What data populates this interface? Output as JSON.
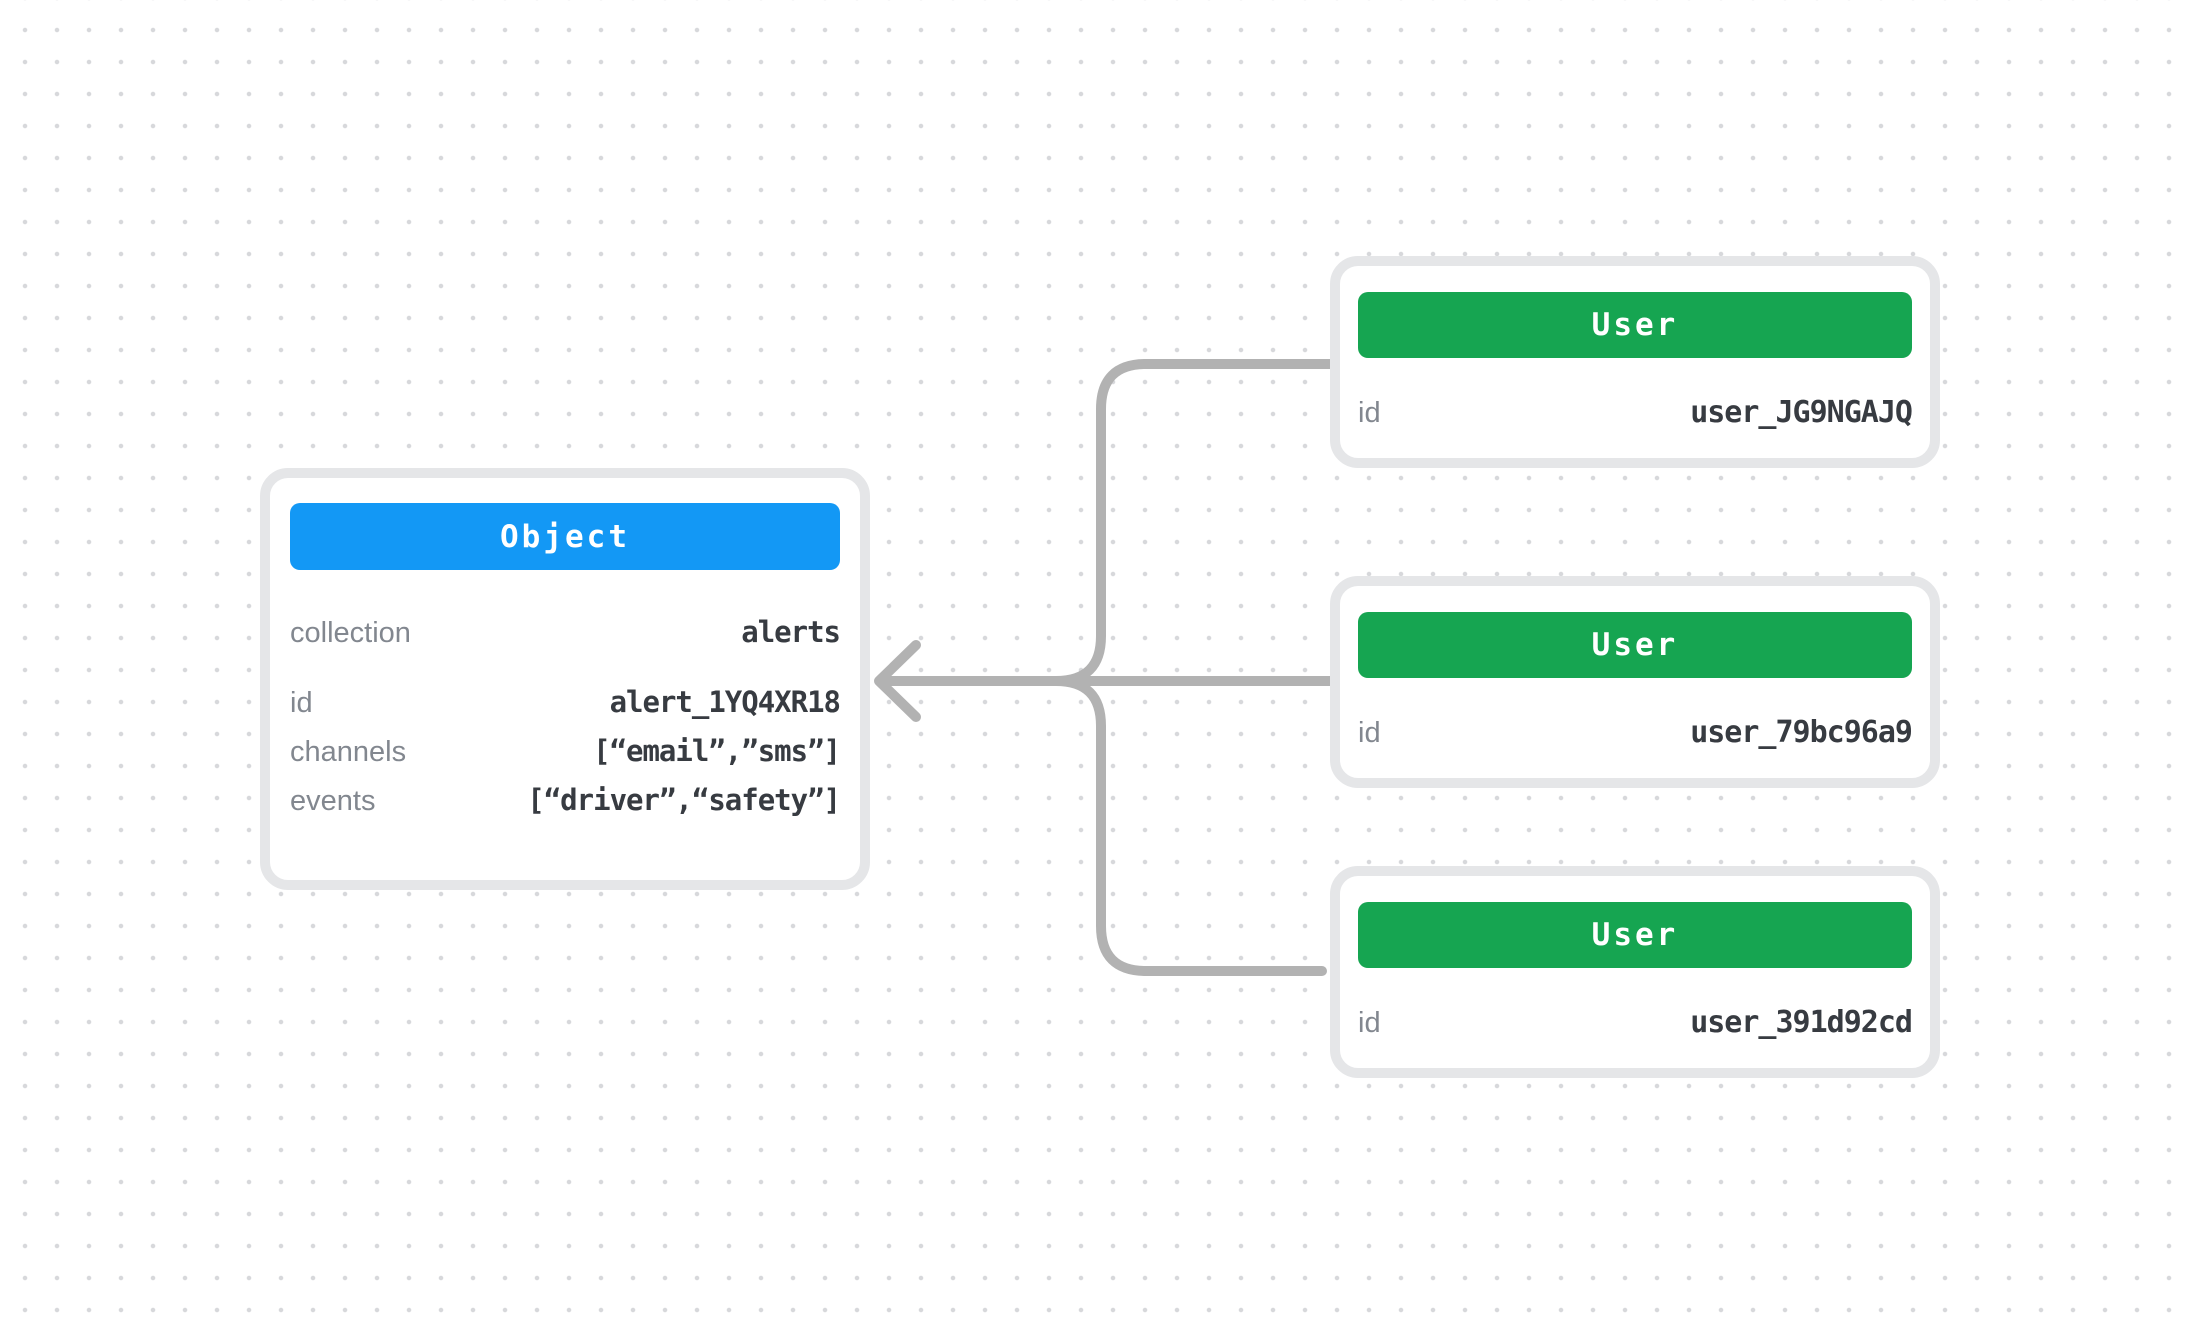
{
  "diagram": {
    "object_card": {
      "header": "Object",
      "header_color": "#1398f5",
      "fields": [
        {
          "label": "collection",
          "value": "alerts"
        },
        {
          "label": "id",
          "value": "alert_1YQ4XR18"
        },
        {
          "label": "channels",
          "value": "[“email”,”sms”]"
        },
        {
          "label": "events",
          "value": "[“driver”,“safety”]"
        }
      ]
    },
    "user_cards": [
      {
        "header": "User",
        "fields": [
          {
            "label": "id",
            "value": "user_JG9NGAJQ"
          }
        ]
      },
      {
        "header": "User",
        "fields": [
          {
            "label": "id",
            "value": "user_79bc96a9"
          }
        ]
      },
      {
        "header": "User",
        "fields": [
          {
            "label": "id",
            "value": "user_391d92cd"
          }
        ]
      }
    ],
    "user_header_color": "#16a551",
    "connector": {
      "color": "#b2b2b2",
      "direction": "users-to-object",
      "arrowhead": "left"
    },
    "background": {
      "color": "#ffffff",
      "dot_color": "#d7d8db"
    }
  }
}
